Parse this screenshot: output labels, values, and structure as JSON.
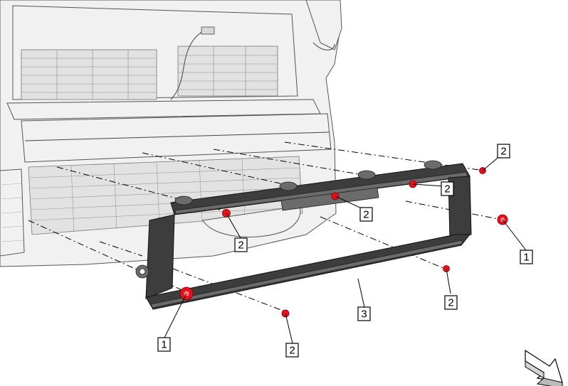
{
  "callouts": [
    {
      "id": "c1a",
      "label": "1"
    },
    {
      "id": "c1b",
      "label": "1"
    },
    {
      "id": "c2a",
      "label": "2"
    },
    {
      "id": "c2b",
      "label": "2"
    },
    {
      "id": "c2c",
      "label": "2"
    },
    {
      "id": "c2d",
      "label": "2"
    },
    {
      "id": "c2e",
      "label": "2"
    },
    {
      "id": "c2f",
      "label": "2"
    },
    {
      "id": "c3",
      "label": "3"
    }
  ],
  "colors": {
    "clip": "#e8101c",
    "frame": "#3d3d3d",
    "vehicle": "#f1f1f1",
    "line": "#000000"
  },
  "icons": {
    "direction_arrow": "front-direction-arrow-icon",
    "clip": "push-clip-icon",
    "retainer": "retainer-icon"
  }
}
